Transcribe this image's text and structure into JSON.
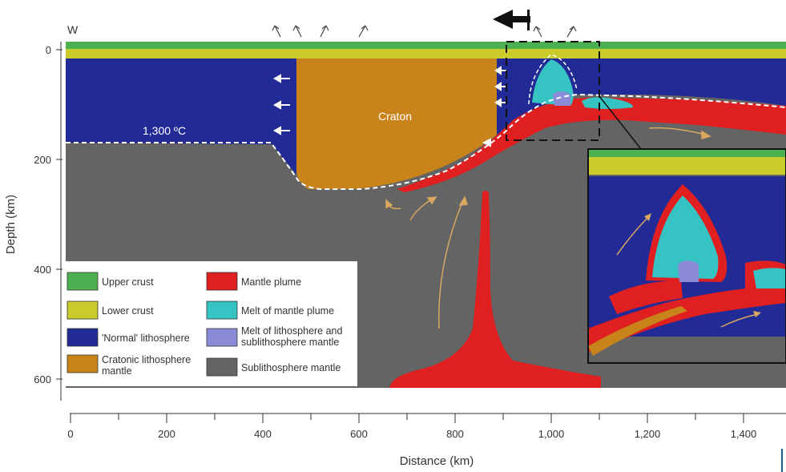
{
  "direction_label": "W",
  "craton_label": "Craton",
  "temperature_label": "1,300 ºC",
  "y_axis": {
    "title": "Depth (km)",
    "ticks": [
      "0",
      "200",
      "400",
      "600"
    ]
  },
  "x_axis": {
    "title": "Distance (km)",
    "ticks": [
      "0",
      "200",
      "400",
      "600",
      "800",
      "1,000",
      "1,200",
      "1,400"
    ]
  },
  "legend": [
    {
      "label": "Upper crust",
      "color": "#4caf50"
    },
    {
      "label": "Mantle plume",
      "color": "#e02020"
    },
    {
      "label": "Lower crust",
      "color": "#c9cc2a"
    },
    {
      "label": "Melt of mantle plume",
      "color": "#36c3c3"
    },
    {
      "label": "'Normal' lithosphere",
      "color": "#222a96"
    },
    {
      "label": "Melt of lithosphere and sublithosphere mantle",
      "label_line1": "Melt of lithosphere and",
      "label_line2": "sublithosphere mantle",
      "color": "#8a8ad6"
    },
    {
      "label": "Cratonic lithosphere mantle",
      "label_line1": "Cratonic lithosphere",
      "label_line2": "mantle",
      "color": "#c8841a"
    },
    {
      "label": "Sublithosphere mantle",
      "color": "#646464"
    }
  ],
  "colors": {
    "upper_crust": "#4caf50",
    "lower_crust": "#c9cc2a",
    "normal_lithosphere": "#222a96",
    "cratonic_lithosphere": "#c8841a",
    "sublithosphere": "#646464",
    "mantle_plume": "#e02020",
    "melt_plume": "#36c3c3",
    "melt_lithosphere": "#8a8ad6",
    "flow_arrow": "#d9a860"
  }
}
